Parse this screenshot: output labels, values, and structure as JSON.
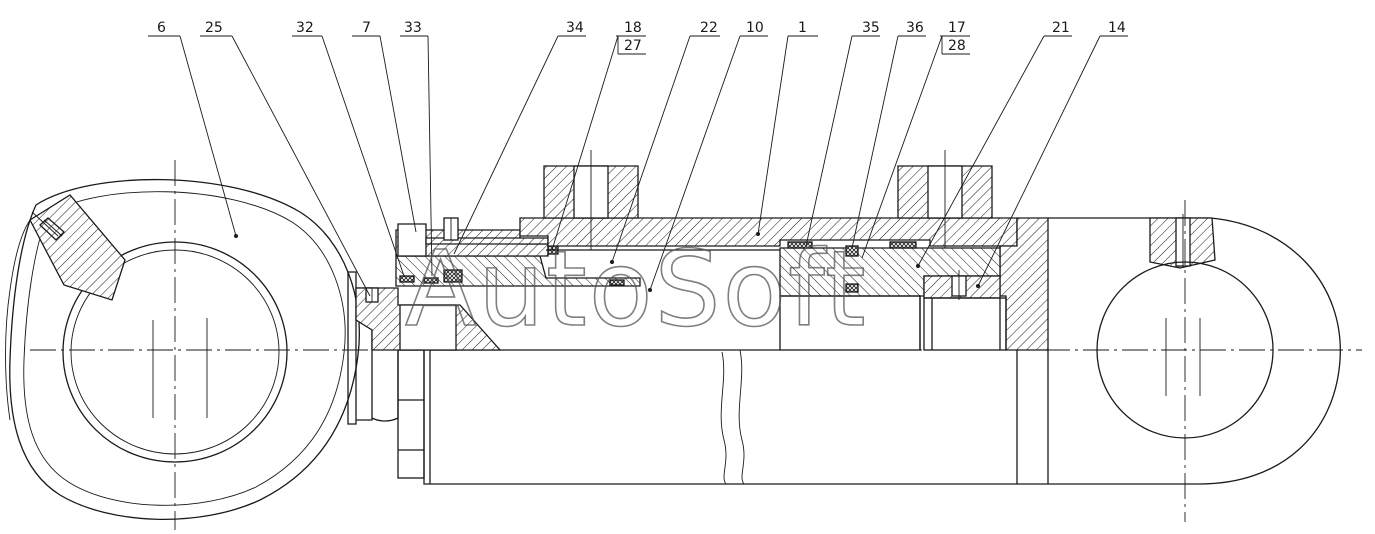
{
  "drawing": {
    "callouts": [
      "6",
      "25",
      "32",
      "7",
      "33",
      "34",
      "18",
      "27",
      "22",
      "10",
      "1",
      "35",
      "36",
      "17",
      "28",
      "21",
      "14"
    ],
    "watermark": "AutoSoft"
  },
  "colors": {
    "line": "#1a1a1a",
    "paper": "#ffffff",
    "watermark": "#555555"
  }
}
